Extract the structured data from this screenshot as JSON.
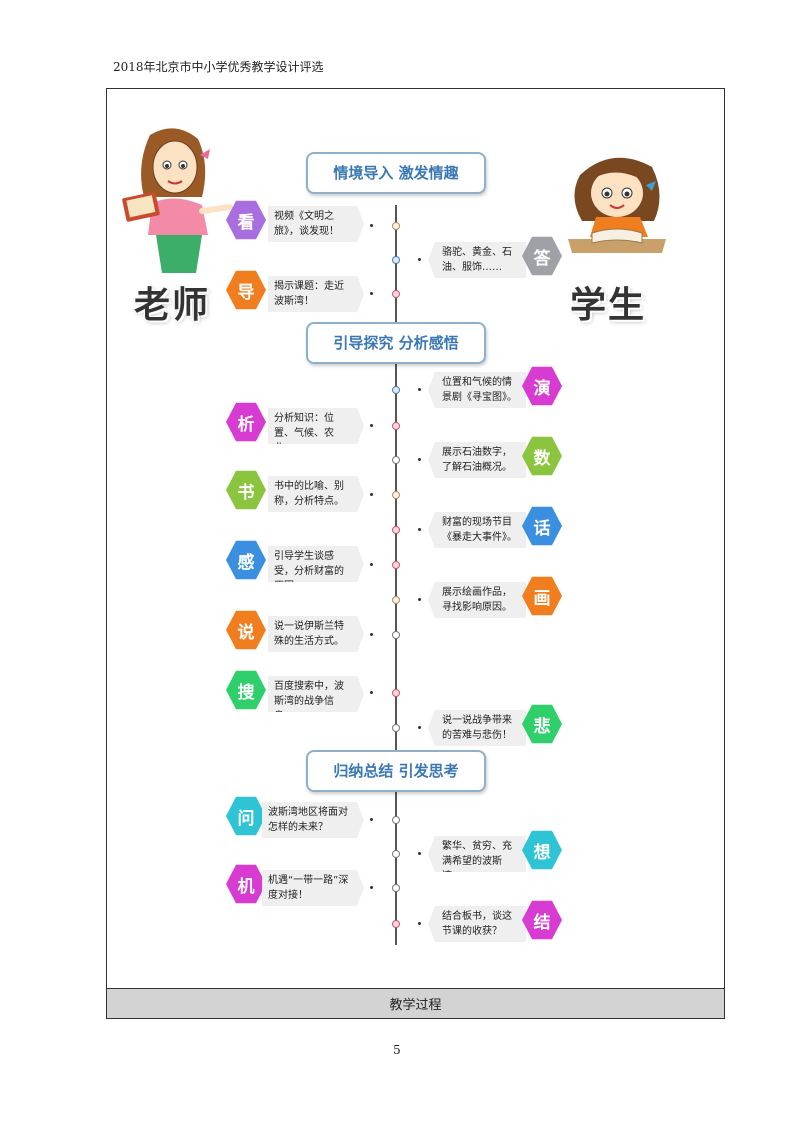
{
  "header": {
    "title": "2018年北京市中小学优秀教学设计评选"
  },
  "labels": {
    "teacher": "老师",
    "student": "学生"
  },
  "sections": [
    {
      "title": "情境导入 激发情趣"
    },
    {
      "title": "引导探究 分析感悟"
    },
    {
      "title": "归纳总结 引发思考"
    }
  ],
  "steps": [
    {
      "char": "看",
      "text": "视频《文明之旅》，谈发现！",
      "color": "#a86ee0"
    },
    {
      "char": "答",
      "text": "骆驼、黄金、石油、服饰……",
      "color": "#9ea2a6"
    },
    {
      "char": "导",
      "text": "揭示课题：走近波斯湾！",
      "color": "#f07d1e"
    },
    {
      "char": "演",
      "text": "位置和气候的情景剧《寻宝图》。",
      "color": "#d73bd2"
    },
    {
      "char": "析",
      "text": "分析知识：位置、气候、农业。",
      "color": "#d73bd2"
    },
    {
      "char": "数",
      "text": "展示石油数字，了解石油概况。",
      "color": "#8bc43f"
    },
    {
      "char": "书",
      "text": "书中的比喻、别称，分析特点。",
      "color": "#8bc43f"
    },
    {
      "char": "话",
      "text": "财富的现场节目《暴走大事件》。",
      "color": "#3b8fe0"
    },
    {
      "char": "感",
      "text": "引导学生谈感受，分析财富的原因。",
      "color": "#3b8fe0"
    },
    {
      "char": "画",
      "text": "展示绘画作品，寻找影响原因。",
      "color": "#f07d1e"
    },
    {
      "char": "说",
      "text": "说一说伊斯兰特殊的生活方式。",
      "color": "#f07d1e"
    },
    {
      "char": "搜",
      "text": "百度搜索中，波斯湾的战争信息。",
      "color": "#2fcf6c"
    },
    {
      "char": "悲",
      "text": "说一说战争带来的苦难与悲伤！",
      "color": "#2fcf6c"
    },
    {
      "char": "问",
      "text": "波斯湾地区将面对怎样的未来？",
      "color": "#2ec4d6"
    },
    {
      "char": "想",
      "text": "繁华、贫穷、充满希望的波斯湾。",
      "color": "#2ec4d6"
    },
    {
      "char": "机",
      "text": "机遇“一带一路”深度对接！",
      "color": "#d73bd2"
    },
    {
      "char": "结",
      "text": "结合板书，谈这节课的收获？",
      "color": "#d73bd2"
    }
  ],
  "footer": {
    "band_label": "教学过程",
    "page_number": "5"
  }
}
